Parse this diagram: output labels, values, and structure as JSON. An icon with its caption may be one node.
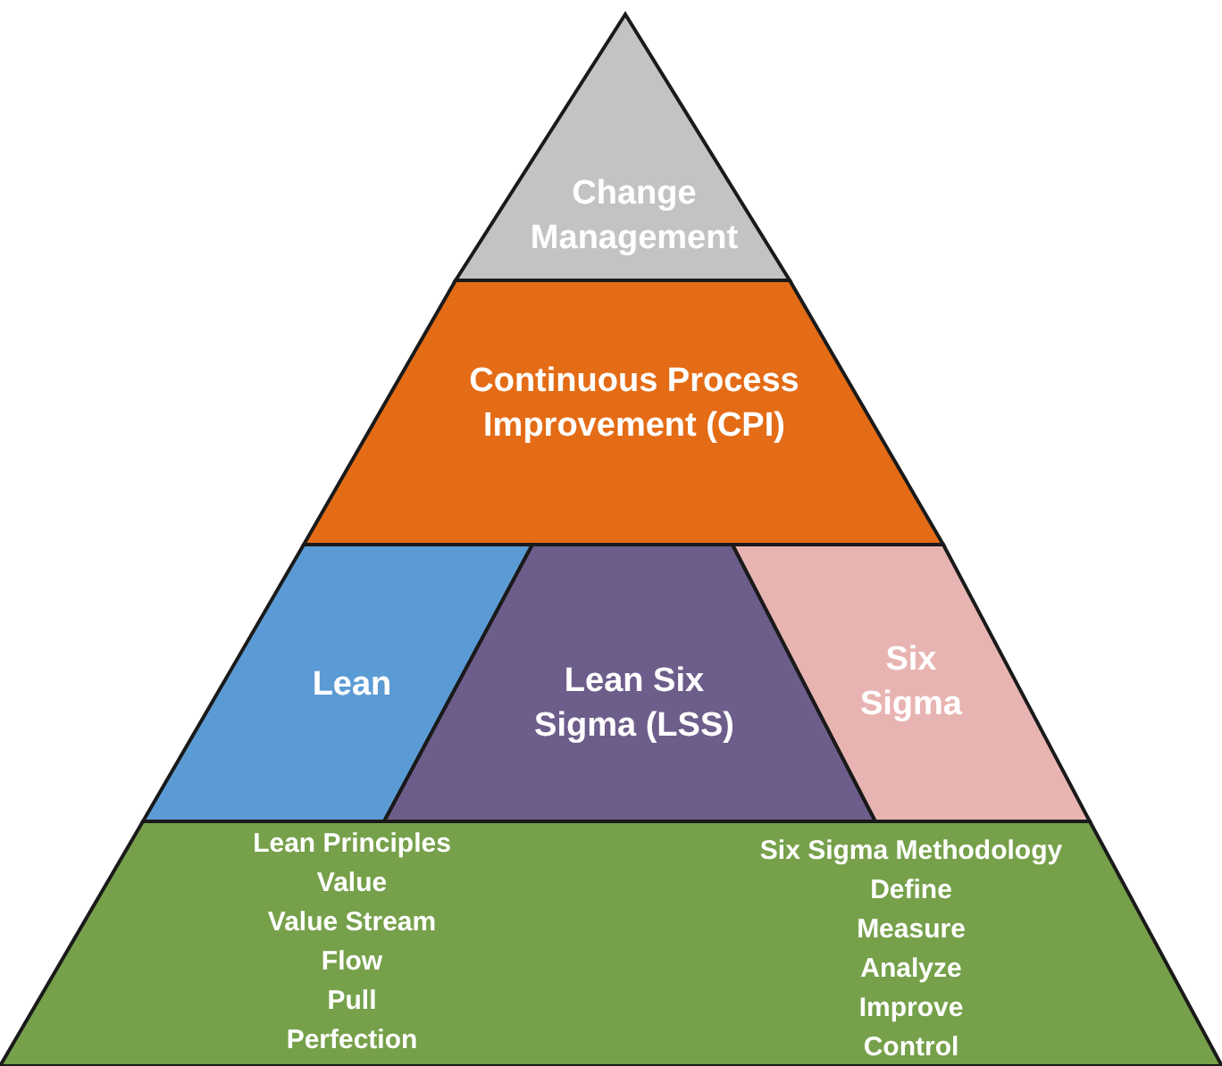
{
  "diagram": {
    "nodes": [
      {
        "text": [
          "Change Management"
        ]
      },
      {
        "text": [
          "Continuous Process Improvement (CPI)"
        ]
      },
      {
        "text": [
          "Lean"
        ]
      },
      {
        "text": [
          "Lean Six Sigma (LSS)"
        ]
      },
      {
        "text": [
          "Six Sigma"
        ]
      },
      {
        "text": [
          "Lean Principles",
          "Value",
          "Value Stream",
          "Flow",
          "Pull",
          "Perfection",
          "Six Sigma Methodology",
          "Define",
          "Measure",
          "Analyze",
          "Improve",
          "Control"
        ]
      }
    ]
  }
}
